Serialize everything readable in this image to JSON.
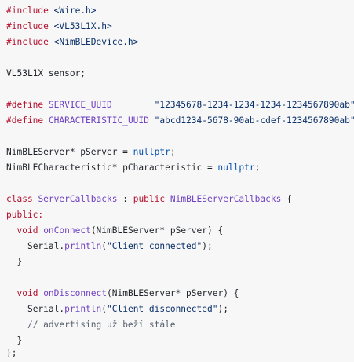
{
  "code": {
    "include_kw": "#include",
    "define_kw": "#define",
    "inc1": "<Wire.h>",
    "inc2": "<VL53L1X.h>",
    "inc3": "<NimBLEDevice.h>",
    "sensor_type": "VL53L1X",
    "sensor_rest": " sensor;",
    "def1_name": "SERVICE_UUID",
    "def1_value": "\"12345678-1234-1234-1234-1234567890ab\"",
    "def2_name": "CHARACTERISTIC_UUID",
    "def2_value": "\"abcd1234-5678-90ab-cdef-1234567890ab\"",
    "server_decl": "NimBLEServer* pServer = ",
    "char_decl": "NimBLECharacteristic* pCharacteristic = ",
    "nullptr": "nullptr",
    "semicolon": ";",
    "class_kw": "class",
    "class_name": "ServerCallbacks",
    "class_colon": " : ",
    "public_kw": "public",
    "base_class": "NimBLEServerCallbacks",
    "open_brace": " {",
    "public_label": "public:",
    "void_kw": "void",
    "on_connect": "onConnect",
    "on_disconnect": "onDisconnect",
    "params": "(NimBLEServer* pServer) {",
    "serial": "Serial.",
    "println": "println",
    "msg_connected": "\"Client connected\"",
    "msg_disconnected": "\"Client disconnected\"",
    "call_end": ");",
    "comment": "// advertising už beží stále",
    "close_brace": "}",
    "close_class": "};"
  }
}
